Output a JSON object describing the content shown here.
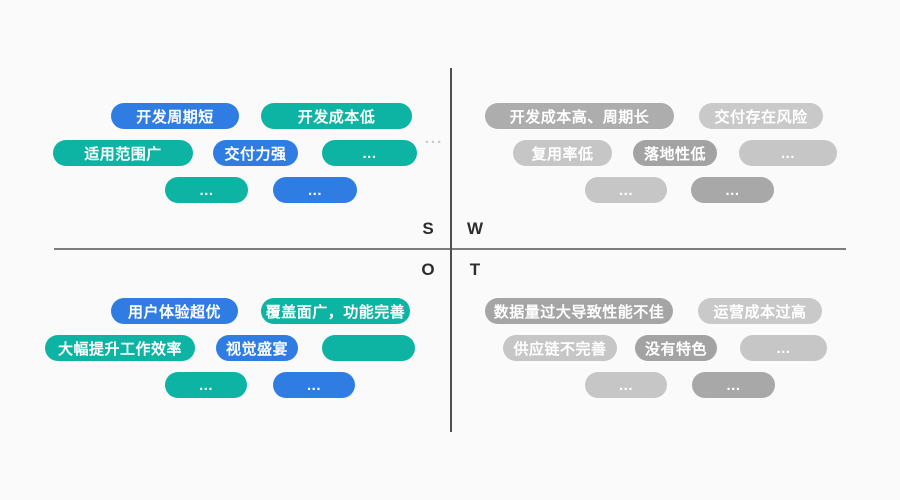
{
  "diagram": {
    "type": "swot-quadrant",
    "background": "#fafafa",
    "palette": {
      "blue": "#2f7de3",
      "teal": "#0db3a3",
      "gray_medium": "#a8a8a8",
      "gray_light": "#c6c6c6"
    }
  },
  "quadrants": {
    "strengths": {
      "letter": "S",
      "more": "...",
      "pills": [
        {
          "label": "开发周期短",
          "bg": "#2f7de3"
        },
        {
          "label": "开发成本低",
          "bg": "#0db3a3"
        },
        {
          "label": "适用范围广",
          "bg": "#0db3a3"
        },
        {
          "label": "交付力强",
          "bg": "#2f7de3"
        },
        {
          "label": "...",
          "bg": "#0db3a3"
        },
        {
          "label": "...",
          "bg": "#0db3a3"
        },
        {
          "label": "...",
          "bg": "#2f7de3"
        }
      ]
    },
    "weaknesses": {
      "letter": "W",
      "pills": [
        {
          "label": "开发成本高、周期长",
          "bg": "#adadad"
        },
        {
          "label": "交付存在风险",
          "bg": "#c9c9c9"
        },
        {
          "label": "复用率低",
          "bg": "#c6c6c6"
        },
        {
          "label": "落地性低",
          "bg": "#a3a3a3"
        },
        {
          "label": "...",
          "bg": "#c6c6c6"
        },
        {
          "label": "...",
          "bg": "#c6c6c6"
        },
        {
          "label": "...",
          "bg": "#a8a8a8"
        }
      ]
    },
    "opportunities": {
      "letter": "O",
      "pills": [
        {
          "label": "用户体验超优",
          "bg": "#2f7de3"
        },
        {
          "label": "覆盖面广，功能完善",
          "bg": "#0db3a3"
        },
        {
          "label": "大幅提升工作效率",
          "bg": "#0db3a3"
        },
        {
          "label": "视觉盛宴",
          "bg": "#2f7de3"
        },
        {
          "label": "",
          "bg": "#0db3a3"
        },
        {
          "label": "...",
          "bg": "#0db3a3"
        },
        {
          "label": "...",
          "bg": "#2f7de3"
        }
      ]
    },
    "threats": {
      "letter": "T",
      "pills": [
        {
          "label": "数据量过大导致性能不佳",
          "bg": "#a5a5a5"
        },
        {
          "label": "运营成本过高",
          "bg": "#c9c9c9"
        },
        {
          "label": "供应链不完善",
          "bg": "#c6c6c6"
        },
        {
          "label": "没有特色",
          "bg": "#a3a3a3"
        },
        {
          "label": "...",
          "bg": "#c6c6c6"
        },
        {
          "label": "...",
          "bg": "#c6c6c6"
        },
        {
          "label": "...",
          "bg": "#a8a8a8"
        }
      ]
    }
  }
}
